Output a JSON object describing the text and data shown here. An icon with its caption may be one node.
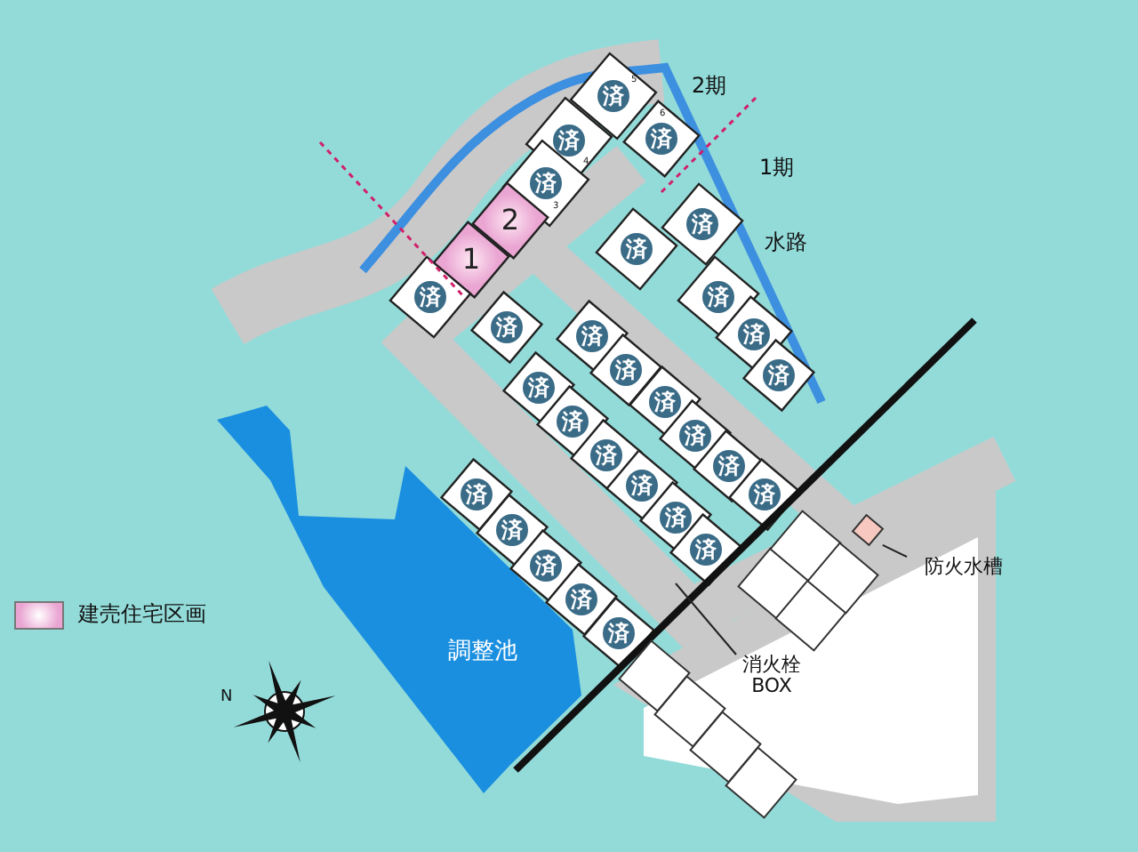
{
  "diagram": {
    "nodes": [
      {
        "text": [
          "済"
        ],
        "beside": [
          "5"
        ]
      },
      {
        "text": [
          "済"
        ],
        "beside": [
          "4"
        ]
      },
      {
        "text": [
          "済"
        ],
        "beside": [
          "6"
        ]
      },
      {
        "text": [
          "済"
        ],
        "beside": [
          "3"
        ]
      },
      {
        "text": [
          "2"
        ]
      },
      {
        "text": [
          "1"
        ]
      },
      {
        "text": [
          "済"
        ]
      },
      {
        "text": [
          "済"
        ]
      },
      {
        "text": [
          "済"
        ]
      },
      {
        "text": [
          "済"
        ]
      },
      {
        "text": [
          "済"
        ]
      },
      {
        "text": [
          "済"
        ]
      },
      {
        "text": [
          "済"
        ]
      },
      {
        "text": [
          "済"
        ]
      },
      {
        "text": [
          "済"
        ]
      },
      {
        "text": [
          "済"
        ]
      },
      {
        "text": [
          "済"
        ]
      },
      {
        "text": [
          "済"
        ]
      },
      {
        "text": [
          "済"
        ]
      },
      {
        "text": [
          "済"
        ]
      },
      {
        "text": [
          "済"
        ]
      },
      {
        "text": [
          "済"
        ]
      },
      {
        "text": [
          "済"
        ]
      },
      {
        "text": [
          "済"
        ]
      },
      {
        "text": [
          "済"
        ]
      },
      {
        "text": [
          "済"
        ]
      },
      {
        "text": [
          "済"
        ]
      },
      {
        "text": [
          "済"
        ]
      },
      {
        "text": [
          "済"
        ]
      },
      {
        "text": [
          "済"
        ]
      },
      {
        "text": [
          "調整池"
        ]
      },
      {
        "text": [],
        "shape": "box"
      },
      {
        "text": [],
        "shape": "box"
      },
      {
        "text": [],
        "shape": "box"
      },
      {
        "text": [],
        "shape": "box"
      },
      {
        "text": [],
        "shape": "box"
      },
      {
        "text": [],
        "shape": "box"
      },
      {
        "text": [],
        "shape": "box"
      },
      {
        "text": [],
        "shape": "box"
      },
      {
        "text": [],
        "shape": "box"
      },
      {
        "text": [
          "防火水槽"
        ]
      },
      {
        "text": [
          "消火栓 BOX"
        ]
      }
    ],
    "edges": [
      {
        "from": 41,
        "to": null,
        "arrow": "none"
      },
      {
        "from": 40,
        "to": 31,
        "arrow": "none"
      }
    ],
    "labels": [
      "2期",
      "1期",
      "水路",
      "N"
    ],
    "legend": [
      {
        "text": "建売住宅区画",
        "color": "#eaa5d2"
      }
    ]
  }
}
